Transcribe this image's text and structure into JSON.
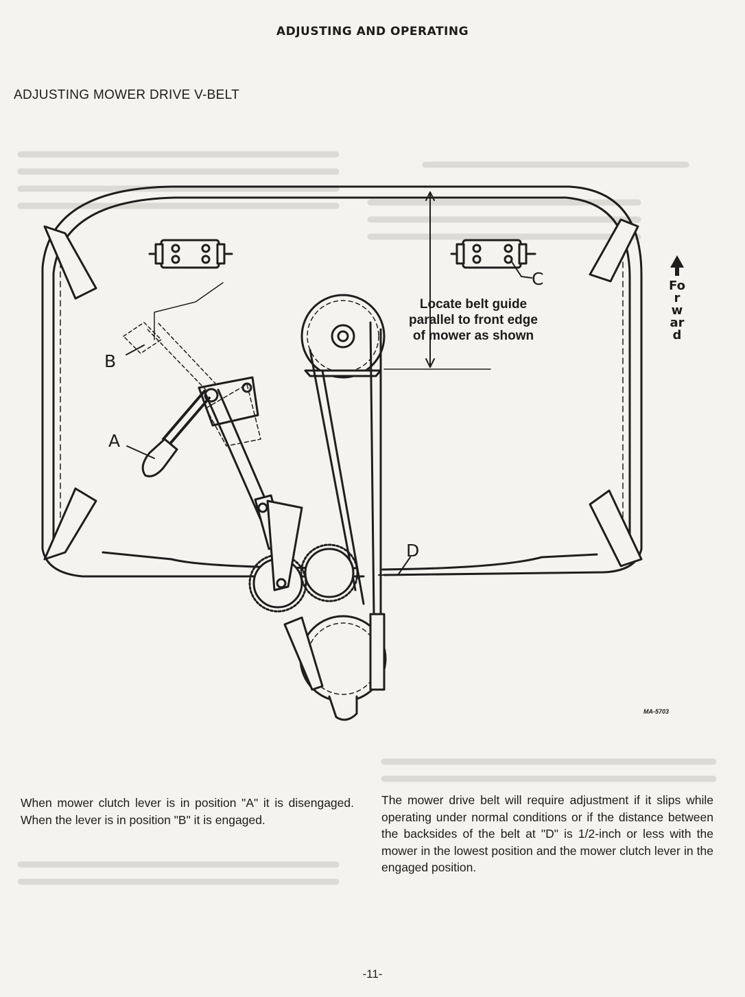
{
  "header": {
    "title": "ADJUSTING AND OPERATING"
  },
  "section": {
    "title": "ADJUSTING MOWER DRIVE V-BELT"
  },
  "diagram": {
    "callout_lines": [
      "Locate belt guide",
      "parallel to front edge",
      "of mower as shown"
    ],
    "label_a": "A",
    "label_b": "B",
    "label_c": "C",
    "label_d": "D",
    "forward": "Forward",
    "code": "MA-5703"
  },
  "body": {
    "left_paragraph": "When mower clutch lever is in position \"A\" it is disengaged. When the lever is in position \"B\" it is engaged.",
    "right_paragraph": "The mower drive belt will require adjustment if it slips while operating under normal conditions or if the distance between the backsides of the belt at \"D\" is 1/2-inch or less with the mower in the lowest position and the mower clutch lever in the engaged position."
  },
  "footer": {
    "page_number": "-11-"
  }
}
